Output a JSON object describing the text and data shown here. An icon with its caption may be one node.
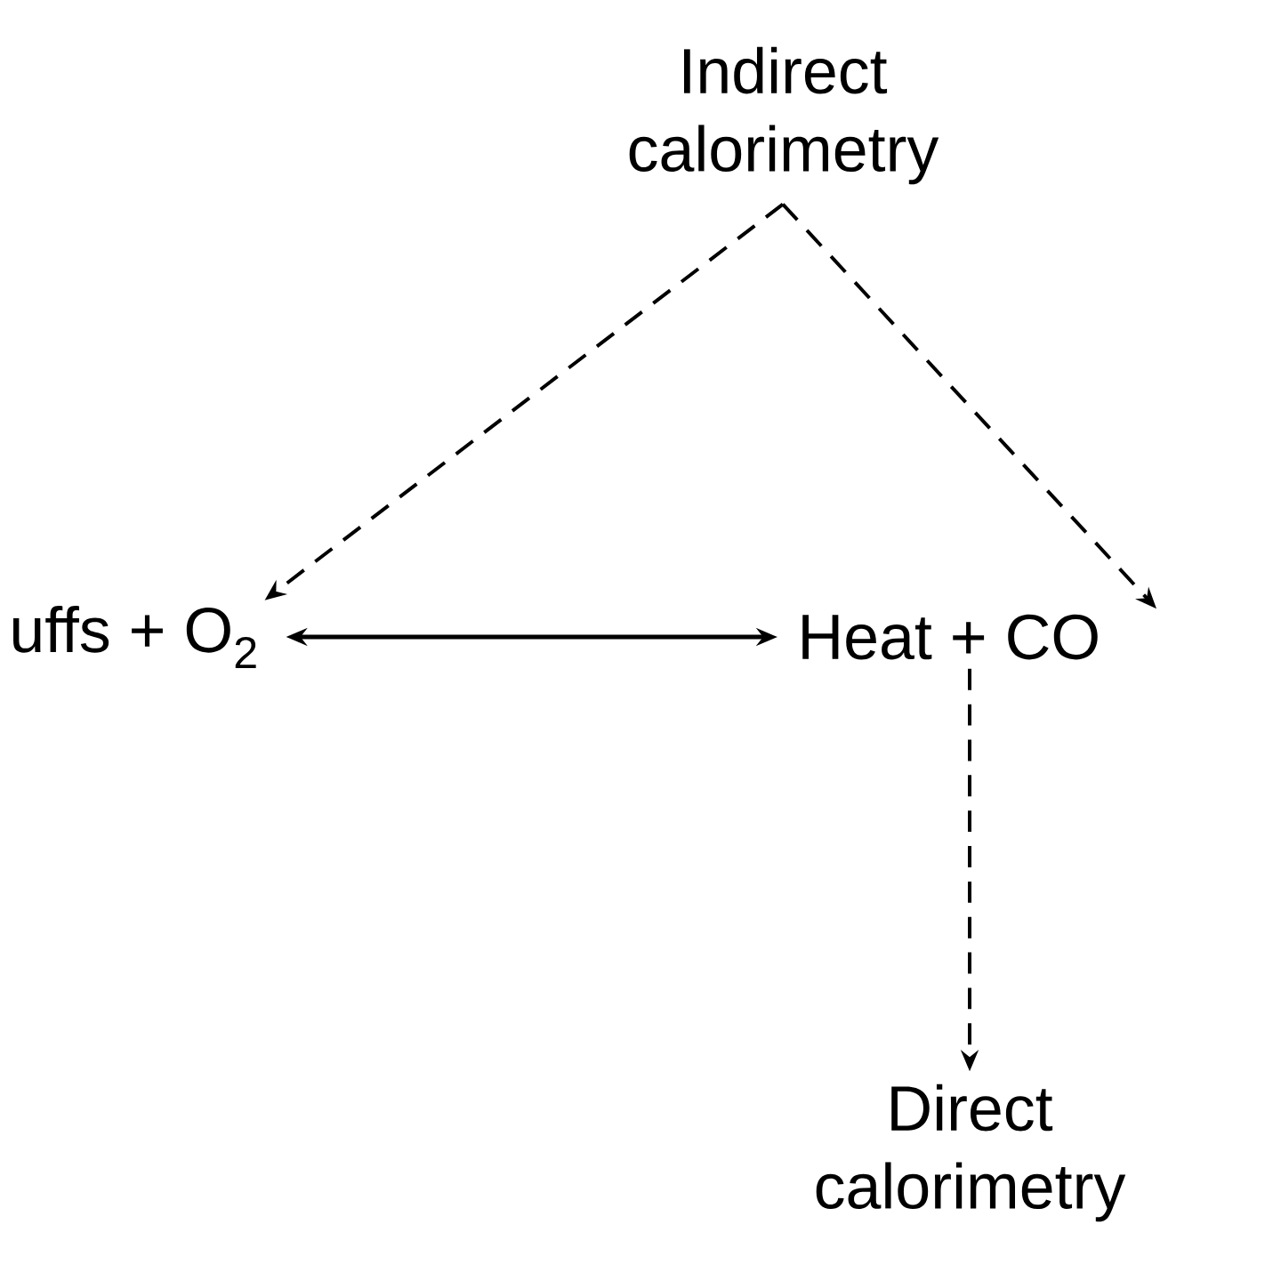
{
  "diagram": {
    "nodes": [
      {
        "text": [
          "Indirect calorimetry"
        ]
      },
      {
        "text": [
          "uffs + O$_{2}$"
        ]
      },
      {
        "text": [
          "Heat + CO"
        ]
      },
      {
        "text": [
          "Direct calorimetry"
        ]
      }
    ],
    "edges": [
      {
        "from": 0,
        "to": 1,
        "arrow": "to",
        "style": "dashed"
      },
      {
        "from": 0,
        "to": 2,
        "arrow": "to",
        "style": "dashed"
      },
      {
        "from": 1,
        "to": 2,
        "arrow": "both"
      },
      {
        "from": 2,
        "to": 3,
        "arrow": "to",
        "style": "dashed"
      }
    ]
  }
}
